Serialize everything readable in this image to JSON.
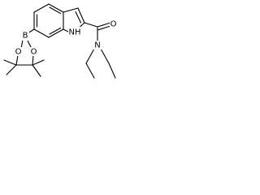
{
  "molecule": {
    "atoms": {
      "boron": "B",
      "oxygen_upper": "O",
      "oxygen_lower": "O",
      "indole_nitrogen": "NH",
      "amide_oxygen": "O",
      "amide_nitrogen": "N"
    }
  }
}
